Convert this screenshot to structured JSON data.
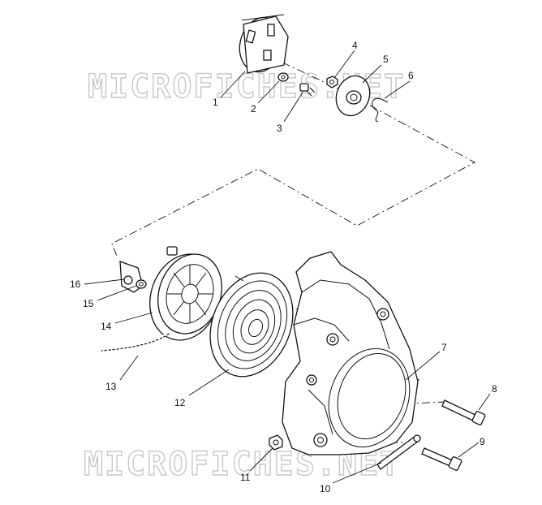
{
  "watermark": {
    "top_text": "MICROFICHES.NET",
    "bottom_text": "MICROFICHES.NET"
  },
  "callouts": [
    {
      "id": "1",
      "part": "flywheel-cup"
    },
    {
      "id": "2",
      "part": "washer"
    },
    {
      "id": "3",
      "part": "bolt"
    },
    {
      "id": "4",
      "part": "nut"
    },
    {
      "id": "5",
      "part": "ratchet-plate"
    },
    {
      "id": "6",
      "part": "ratchet-spring"
    },
    {
      "id": "7",
      "part": "recoil-housing"
    },
    {
      "id": "8",
      "part": "housing-bolt"
    },
    {
      "id": "9",
      "part": "housing-bolt"
    },
    {
      "id": "10",
      "part": "pin"
    },
    {
      "id": "11",
      "part": "handle-nut"
    },
    {
      "id": "12",
      "part": "recoil-spring"
    },
    {
      "id": "13",
      "part": "starter-rope"
    },
    {
      "id": "14",
      "part": "recoil-pulley"
    },
    {
      "id": "15",
      "part": "collar"
    },
    {
      "id": "16",
      "part": "rope-guide"
    }
  ]
}
